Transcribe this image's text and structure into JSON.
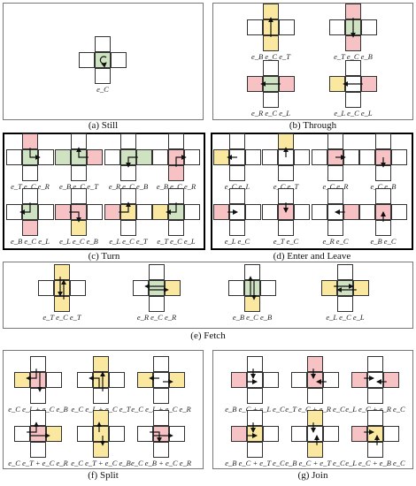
{
  "colors": {
    "yellow": "#fbe8a0",
    "green": "#cfe3c2",
    "red": "#f7c2c4",
    "white": "#ffffff"
  },
  "panels": {
    "a": {
      "caption": "(a) Still",
      "items": [
        {
          "label": "e_C",
          "cells": {
            "C": "green"
          },
          "paths": [],
          "icon": "rotate"
        }
      ]
    },
    "b": {
      "caption": "(b) Through",
      "items": [
        {
          "label": "e_B e_C e_T",
          "cells": {
            "T": "yellow",
            "C": "yellow",
            "B": "yellow"
          },
          "paths": [
            [
              "B",
              "C",
              "T"
            ]
          ]
        },
        {
          "label": "e_T e_C e_B",
          "cells": {
            "T": "red",
            "C": "green",
            "B": "red"
          },
          "paths": [
            [
              "T",
              "C",
              "B"
            ]
          ]
        },
        {
          "label": "e_R e_C e_L",
          "cells": {
            "L": "red",
            "C": "green",
            "R": "red"
          },
          "paths": [
            [
              "R",
              "C",
              "L"
            ]
          ]
        },
        {
          "label": "e_L e_C e_L",
          "cells": {
            "L": "yellow",
            "C": "white",
            "R": "red"
          },
          "paths": [
            [
              "R",
              "C",
              "L"
            ]
          ]
        }
      ]
    },
    "c": {
      "caption": "(c) Turn",
      "items": [
        {
          "label": "e_T e_C e_R",
          "cells": {
            "T": "red",
            "C": "green"
          },
          "paths": [
            [
              "T",
              "C",
              "R"
            ]
          ]
        },
        {
          "label": "e_B e_C e_T",
          "cells": {
            "L": "green",
            "C": "green",
            "R": "red"
          },
          "paths": [
            [
              "R",
              "C",
              "T"
            ]
          ]
        },
        {
          "label": "e_R e_C e_B",
          "cells": {
            "R": "green",
            "C": "green"
          },
          "paths": [
            [
              "R",
              "C",
              "B"
            ]
          ]
        },
        {
          "label": "e_B e_C e_R",
          "cells": {
            "C": "red",
            "B": "red"
          },
          "paths": [
            [
              "B",
              "C",
              "R"
            ]
          ]
        },
        {
          "label": "e_B e_C e_L",
          "cells": {
            "C": "green",
            "B": "red"
          },
          "paths": [
            [
              "T",
              "C",
              "L"
            ]
          ]
        },
        {
          "label": "e_L e_C e_B",
          "cells": {
            "L": "red",
            "C": "red",
            "B": "yellow"
          },
          "paths": [
            [
              "L",
              "C",
              "B"
            ]
          ]
        },
        {
          "label": "e_L e_C e_T",
          "cells": {
            "L": "red",
            "C": "yellow"
          },
          "paths": [
            [
              "L",
              "C",
              "T"
            ]
          ]
        },
        {
          "label": "e_T e_C e_L",
          "cells": {
            "L": "yellow",
            "C": "green",
            "T": "white"
          },
          "paths": [
            [
              "T",
              "C",
              "L"
            ]
          ]
        }
      ]
    },
    "d": {
      "caption": "(d) Enter and Leave",
      "items": [
        {
          "label": "e_C e_L",
          "cells": {
            "L": "yellow"
          },
          "paths": [
            [
              "C",
              "L"
            ]
          ]
        },
        {
          "label": "e_C e_T",
          "cells": {
            "T": "yellow"
          },
          "paths": [
            [
              "C",
              "T"
            ]
          ]
        },
        {
          "label": "e_C e_R",
          "cells": {
            "C": "red"
          },
          "paths": [
            [
              "C",
              "R"
            ]
          ]
        },
        {
          "label": "e_C e_B",
          "cells": {
            "C": "red"
          },
          "paths": [
            [
              "C",
              "B"
            ]
          ]
        },
        {
          "label": "e_L e_C",
          "cells": {
            "L": "red"
          },
          "paths": [
            [
              "L",
              "C"
            ]
          ]
        },
        {
          "label": "e_T e_C",
          "cells": {
            "C": "red"
          },
          "paths": [
            [
              "T",
              "C"
            ]
          ]
        },
        {
          "label": "e_R e_C",
          "cells": {
            "R": "red"
          },
          "paths": [
            [
              "R",
              "C"
            ]
          ]
        },
        {
          "label": "e_B e_C",
          "cells": {
            "C": "red"
          },
          "paths": [
            [
              "B",
              "C"
            ]
          ]
        }
      ]
    },
    "e": {
      "caption": "(e) Fetch",
      "items": [
        {
          "label": "e_T e_C e_T",
          "cells": {
            "T": "yellow",
            "C": "yellow",
            "B": "yellow"
          },
          "paths": [
            [
              "T",
              "C",
              "B"
            ],
            [
              "B",
              "C",
              "T"
            ]
          ]
        },
        {
          "label": "e_R e_C e_R",
          "cells": {
            "C": "green",
            "R": "yellow"
          },
          "paths": [
            [
              "R",
              "C",
              "L"
            ],
            [
              "L",
              "C",
              "R"
            ]
          ]
        },
        {
          "label": "e_B e_C e_B",
          "cells": {
            "C": "green",
            "B": "yellow"
          },
          "paths": [
            [
              "B",
              "C",
              "T"
            ],
            [
              "T",
              "C",
              "B"
            ]
          ]
        },
        {
          "label": "e_L e_C e_L",
          "cells": {
            "L": "yellow",
            "C": "green",
            "R": "yellow"
          },
          "paths": [
            [
              "L",
              "C",
              "R"
            ],
            [
              "R",
              "C",
              "L"
            ]
          ]
        }
      ]
    },
    "f": {
      "caption": "(f) Split",
      "items": [
        {
          "label": "e_C e_L + e_C e_B",
          "cells": {
            "L": "yellow",
            "C": "red"
          },
          "paths": [
            [
              "T",
              "C",
              "L"
            ],
            [
              "T",
              "C",
              "B"
            ]
          ]
        },
        {
          "label": "e_C e_L + e_C e_T",
          "cells": {
            "T": "yellow",
            "C": "yellow"
          },
          "paths": [
            [
              "B",
              "C",
              "L"
            ],
            [
              "B",
              "C",
              "T"
            ]
          ]
        },
        {
          "label": "e_C e_L + e_C e_R",
          "cells": {
            "L": "yellow",
            "R": "yellow"
          },
          "paths": [
            [
              "C",
              "L"
            ],
            [
              "C",
              "R"
            ]
          ]
        },
        {
          "label": "e_C e_T + e_C e_R",
          "cells": {
            "C": "red",
            "R": "yellow"
          },
          "paths": [
            [
              "L",
              "C",
              "T"
            ],
            [
              "L",
              "C",
              "R"
            ]
          ]
        },
        {
          "label": "e_C e_T + e_C e_B",
          "cells": {
            "T": "yellow",
            "C": "yellow",
            "B": "yellow"
          },
          "paths": [
            [
              "C",
              "T"
            ],
            [
              "C",
              "B"
            ]
          ]
        },
        {
          "label": "e_C e_B + e_C e_R",
          "cells": {
            "C": "red"
          },
          "paths": [
            [
              "L",
              "C",
              "B"
            ],
            [
              "L",
              "C",
              "R"
            ]
          ]
        }
      ]
    },
    "g": {
      "caption": "(g) Join",
      "items": [
        {
          "label": "e_B e_C + e_L e_C",
          "cells": {
            "L": "red",
            "T": "white"
          },
          "paths": [
            [
              "T",
              "C"
            ],
            [
              "L",
              "C"
            ]
          ]
        },
        {
          "label": "e_T e_C + e_R e_C",
          "cells": {
            "T": "red",
            "C": "red"
          },
          "paths": [
            [
              "T",
              "C"
            ],
            [
              "R",
              "C"
            ]
          ]
        },
        {
          "label": "e_L e_C + e_R e_C",
          "cells": {
            "L": "red",
            "R": "red"
          },
          "paths": [
            [
              "L",
              "C"
            ],
            [
              "R",
              "C"
            ]
          ]
        },
        {
          "label": "e_B e_C + e_T e_C",
          "cells": {
            "T": "white",
            "C": "yellow",
            "L": "red"
          },
          "paths": [
            [
              "T",
              "C"
            ],
            [
              "L",
              "C"
            ]
          ]
        },
        {
          "label": "e_B e_C + e_T e_C",
          "cells": {
            "T": "yellow",
            "B": "yellow"
          },
          "paths": [
            [
              "T",
              "C"
            ],
            [
              "B",
              "C"
            ]
          ]
        },
        {
          "label": "e_L e_C + e_B e_C",
          "cells": {
            "L": "red",
            "C": "yellow"
          },
          "paths": [
            [
              "L",
              "C"
            ],
            [
              "B",
              "C"
            ]
          ]
        }
      ]
    }
  }
}
